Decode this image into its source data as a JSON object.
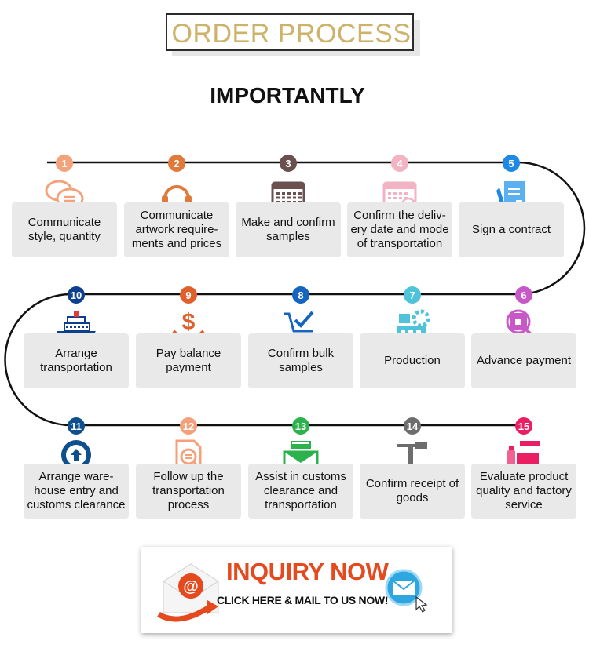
{
  "header": {
    "title": "ORDER PROCESS",
    "subtitle": "IMPORTANTLY"
  },
  "steps": [
    {
      "num": "1",
      "lines": [
        "Communicate",
        "style, quantity"
      ],
      "color": "#f4a27a",
      "icon": "chat-bubbles-icon"
    },
    {
      "num": "2",
      "lines": [
        "Communicate",
        "artwork require-",
        "ments and prices"
      ],
      "color": "#e07a3a",
      "icon": "headset-icon"
    },
    {
      "num": "3",
      "lines": [
        "Make and confirm",
        "samples"
      ],
      "color": "#6b5050",
      "icon": "calendar-icon"
    },
    {
      "num": "4",
      "lines": [
        "Confirm the deliv-",
        "ery date and mode",
        "of transportation"
      ],
      "color": "#f2b3c3",
      "icon": "calendar-check-icon"
    },
    {
      "num": "5",
      "lines": [
        "Sign a contract"
      ],
      "color": "#1e88e5",
      "icon": "contract-pen-icon"
    },
    {
      "num": "6",
      "lines": [
        "Advance payment"
      ],
      "color": "#c857c8",
      "icon": "magnifier-icon"
    },
    {
      "num": "7",
      "lines": [
        "Production"
      ],
      "color": "#4fc3d9",
      "icon": "factory-gear-icon"
    },
    {
      "num": "8",
      "lines": [
        "Confirm bulk",
        "samples"
      ],
      "color": "#1565c0",
      "icon": "cart-check-icon"
    },
    {
      "num": "9",
      "lines": [
        "Pay balance",
        "payment"
      ],
      "color": "#e0602c",
      "icon": "dollar-hand-icon"
    },
    {
      "num": "10",
      "lines": [
        "Arrange",
        "transportation"
      ],
      "color": "#0d3f8f",
      "icon": "ship-icon"
    },
    {
      "num": "11",
      "lines": [
        "Arrange ware-",
        "house entry and",
        "customs clearance"
      ],
      "color": "#0d4f8f",
      "icon": "upload-circle-icon"
    },
    {
      "num": "12",
      "lines": [
        "Follow up the",
        "transportation",
        "process"
      ],
      "color": "#f4a07a",
      "icon": "document-search-icon"
    },
    {
      "num": "13",
      "lines": [
        "Assist in customs",
        "clearance and",
        "transportation"
      ],
      "color": "#2bb24c",
      "icon": "inbox-stack-icon"
    },
    {
      "num": "14",
      "lines": [
        "Confirm receipt of",
        "goods"
      ],
      "color": "#6d6d6d",
      "icon": "lab-stand-icon"
    },
    {
      "num": "15",
      "lines": [
        "Evaluate product",
        "quality and factory",
        "service"
      ],
      "color": "#e91e63",
      "icon": "bottle-box-icon"
    }
  ],
  "banner": {
    "headline": "INQUIRY NOW",
    "cta": "CLICK HERE & MAIL TO US NOW!",
    "left_icon": "email-at-icon",
    "right_icon": "mail-click-icon"
  },
  "colors": {
    "title_gold": "#cdb26a",
    "card_bg": "#e9e9e9",
    "path_line": "#111111",
    "inquiry_orange": "#e5491e"
  }
}
